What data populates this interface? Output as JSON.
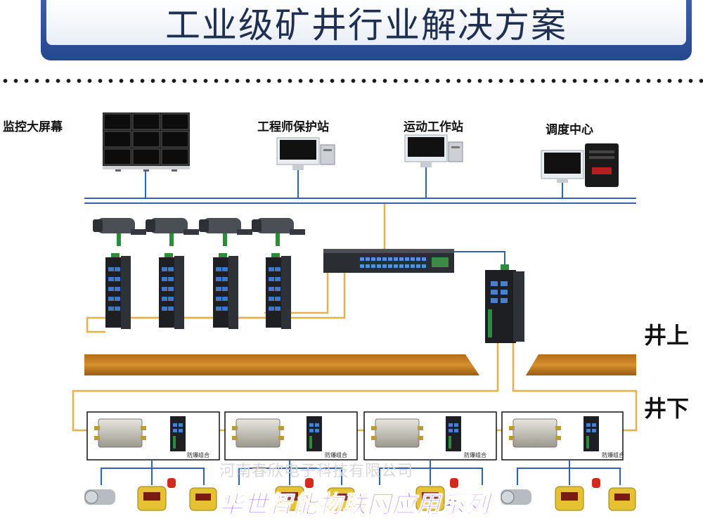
{
  "title": "工业级矿井行业解决方案",
  "stations": {
    "wall": "监控大屏幕",
    "engineer": "工程师保护站",
    "motion": "运动工作站",
    "dispatch": "调度中心"
  },
  "above_ground": "井上",
  "below_ground": "井下",
  "box_label": "防爆组合",
  "watermark": "河南春欣电子科技有限公司",
  "footer": "华世智能物联网应用系列",
  "colors": {
    "banner": "#2b4d95",
    "line_blue": "#2d62b4",
    "line_yellow": "#e8b04a",
    "earth": "#c8801e"
  }
}
